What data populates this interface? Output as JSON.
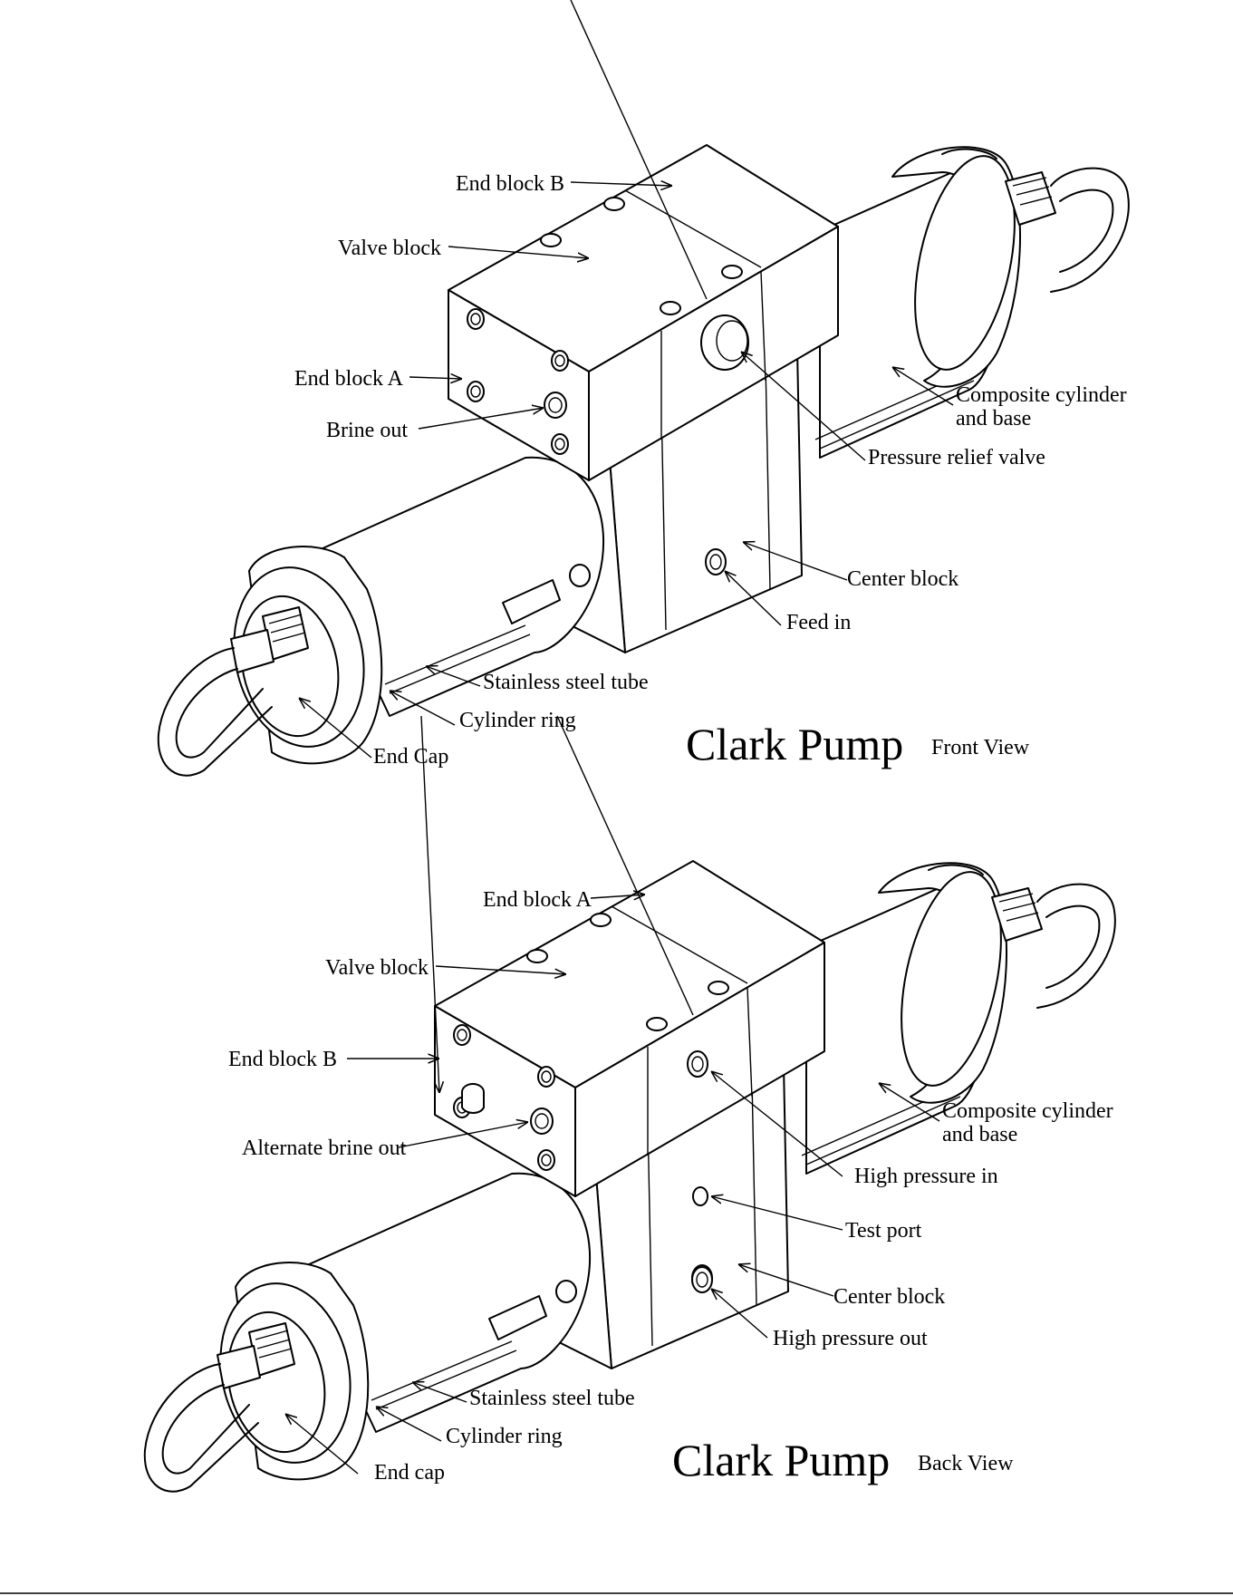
{
  "front": {
    "title": "Clark Pump",
    "subtitle": "Front View",
    "labels": {
      "end_block_b": "End block B",
      "valve_block": "Valve block",
      "end_block_a": "End block A",
      "brine_out": "Brine out",
      "composite_cylinder_1": "Composite cylinder",
      "composite_cylinder_2": "and base",
      "pressure_relief_valve": "Pressure relief valve",
      "center_block": "Center block",
      "feed_in": "Feed in",
      "stainless_steel_tube": "Stainless steel tube",
      "cylinder_ring": "Cylinder ring",
      "end_cap": "End Cap"
    }
  },
  "back": {
    "title": "Clark Pump",
    "subtitle": "Back View",
    "labels": {
      "end_block_a": "End block A",
      "valve_block": "Valve block",
      "end_block_b": "End block B",
      "alternate_brine_out": "Alternate brine out",
      "composite_cylinder_1": "Composite cylinder",
      "composite_cylinder_2": "and base",
      "high_pressure_in": "High pressure in",
      "test_port": "Test port",
      "center_block": "Center block",
      "high_pressure_out": "High pressure out",
      "stainless_steel_tube": "Stainless steel tube",
      "cylinder_ring": "Cylinder ring",
      "end_cap": "End cap"
    }
  },
  "colors": {
    "ink": "#000000",
    "paper": "#ffffff"
  }
}
